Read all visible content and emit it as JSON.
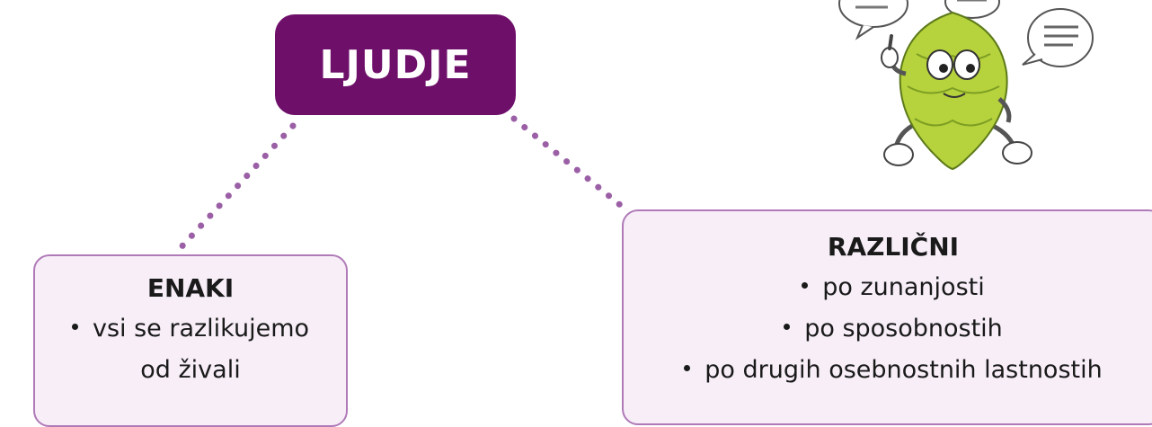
{
  "root": {
    "title": "LJUDJE"
  },
  "left_box": {
    "title": "ENAKI",
    "items": [
      "vsi se razlikujemo"
    ],
    "continuation": "od živali"
  },
  "right_box": {
    "title": "RAZLIČNI",
    "items": [
      "po zunanjosti",
      "po sposobnostih",
      "po drugih osebnostnih lastnostih"
    ]
  },
  "colors": {
    "root_fill": "#6e0f6a",
    "box_fill": "#f7eef8",
    "box_border": "#b07ab8",
    "connector": "#9b5fa6",
    "mascot_green": "#b6d23c"
  }
}
